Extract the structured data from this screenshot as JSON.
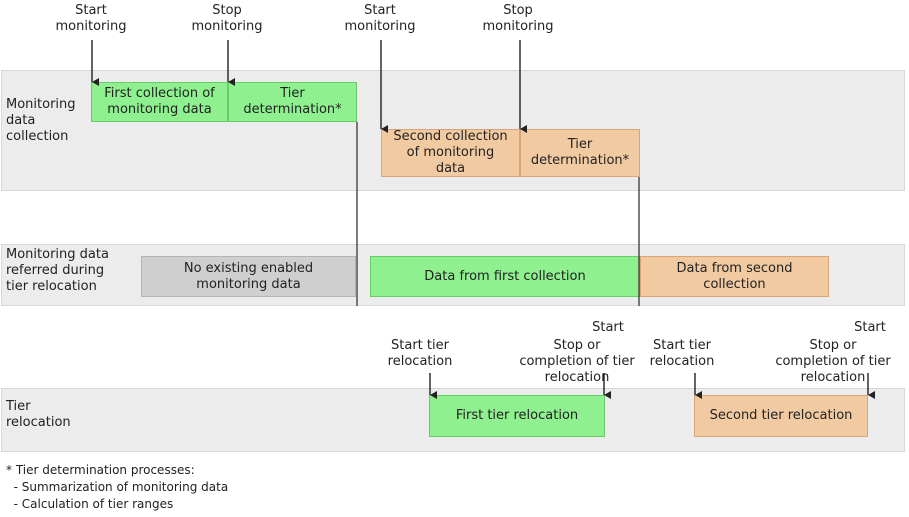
{
  "lanes": {
    "monitoring": "Monitoring\ndata\ncollection",
    "referred": "Monitoring data\nreferred during\ntier relocation",
    "relocation": "Tier\nrelocation"
  },
  "top_annotations": {
    "start1": "Start\nmonitoring",
    "stop1": "Stop\nmonitoring",
    "start2": "Start\nmonitoring",
    "stop2": "Stop\nmonitoring"
  },
  "monitoring_boxes": {
    "first_collection": "First collection of\nmonitoring data",
    "tier_det1": "Tier\ndetermination*",
    "second_collection": "Second collection\nof monitoring\ndata",
    "tier_det2": "Tier\ndetermination*"
  },
  "referred_boxes": {
    "none": "No existing enabled\nmonitoring data",
    "first": "Data from first collection",
    "second": "Data from second\ncollection"
  },
  "relocation_annotations": {
    "start1": "Start tier\nrelocation",
    "stop1": "Stop or\ncompletion of tier\nrelocation",
    "start2": "Start tier\nrelocation",
    "stop2": "Stop or\ncompletion of tier\nrelocation",
    "start_mid": "Start",
    "start_right": "Start"
  },
  "relocation_boxes": {
    "first": "First tier relocation",
    "second": "Second tier relocation"
  },
  "footnote": {
    "title": "* Tier determination processes:",
    "item1": "  - Summarization of monitoring data",
    "item2": "  - Calculation of tier ranges"
  }
}
